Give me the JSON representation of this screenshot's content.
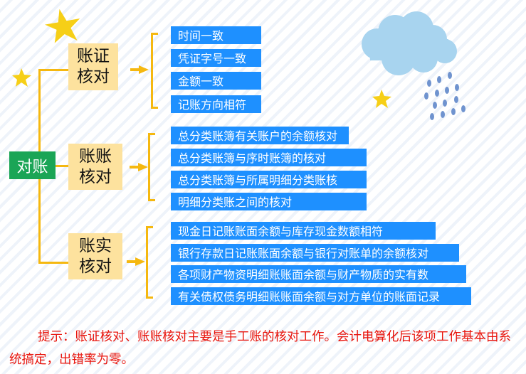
{
  "root": {
    "label": "对账",
    "color": "#1aa556"
  },
  "categories": [
    {
      "label_line1": "账证",
      "label_line2": "核对",
      "items": [
        "时间一致",
        "凭证字号一致",
        "金额一致",
        "记账方向相符"
      ]
    },
    {
      "label_line1": "账账",
      "label_line2": "核对",
      "items": [
        "总分类账簿有关账户的余额核对",
        "总分类账簿与序时账簿的核对",
        "总分类账簿与所属明细分类账核",
        "明细分类账之间的核对"
      ]
    },
    {
      "label_line1": "账实",
      "label_line2": "核对",
      "items": [
        "现金日记账账面余额与库存现金数额相符",
        "银行存款日记账账面余额与银行对账单的余额核对",
        "各项财产物资明细账账面余额与财产物质的实有数",
        "有关债权债务明细账账面余额与对方单位的账面记录"
      ]
    }
  ],
  "note": "提示：账证核对、账账核对主要是手工账的核对工作。会计电算化后该项工作基本由系统搞定，出错率为零。",
  "colors": {
    "leaf": "#1e90ff",
    "category": "#fde29e",
    "connector": "#f5b810",
    "note": "#e8140c"
  },
  "decorations": [
    "star-icon",
    "star-icon",
    "star-icon",
    "rain-cloud-icon"
  ]
}
